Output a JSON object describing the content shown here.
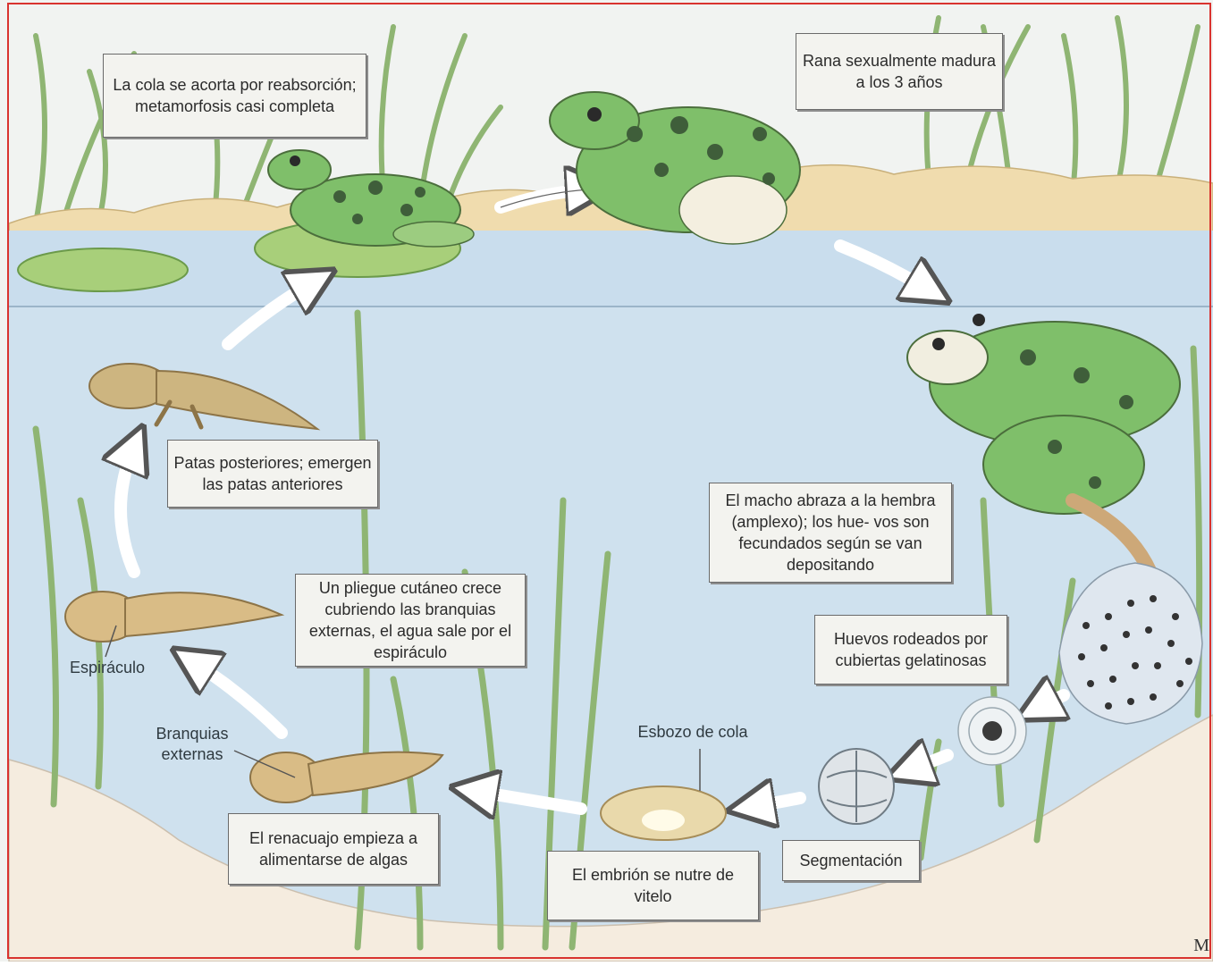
{
  "labels": {
    "tail_shortens": "La cola se acorta por reabsorción; metamorfosis casi completa",
    "mature_frog": "Rana sexualmente madura a los 3 años",
    "hind_legs": "Patas posteriores; emergen las patas anteriores",
    "amplexus": "El macho abraza a la hembra (amplexo); los hue- vos son fecundados según se van depositando",
    "skin_fold": "Un pliegue cutáneo crece cubriendo las branquias externas, el agua sale por el espiráculo",
    "eggs": "Huevos rodeados por cubiertas gelatinosas",
    "spiracle": "Espiráculo",
    "external_gills": "Branquias externas",
    "tail_bud": "Esbozo de cola",
    "segmentation": "Segmentación",
    "tadpole_feeds": "El renacuajo empieza a alimentarse de algas",
    "embryo_yolk": "El embrión se nutre de vitelo",
    "signature": "M"
  },
  "colors": {
    "sky": "#f1f3f1",
    "water": "#c9dded",
    "sand": "#f0dcae",
    "lily_pad": "#a8cf7a",
    "frog_green": "#7fbf6a",
    "frog_spots": "#3f5e3a",
    "tadpole": "#d9bc86",
    "reed": "#8fb573",
    "border": "#d9332f"
  }
}
